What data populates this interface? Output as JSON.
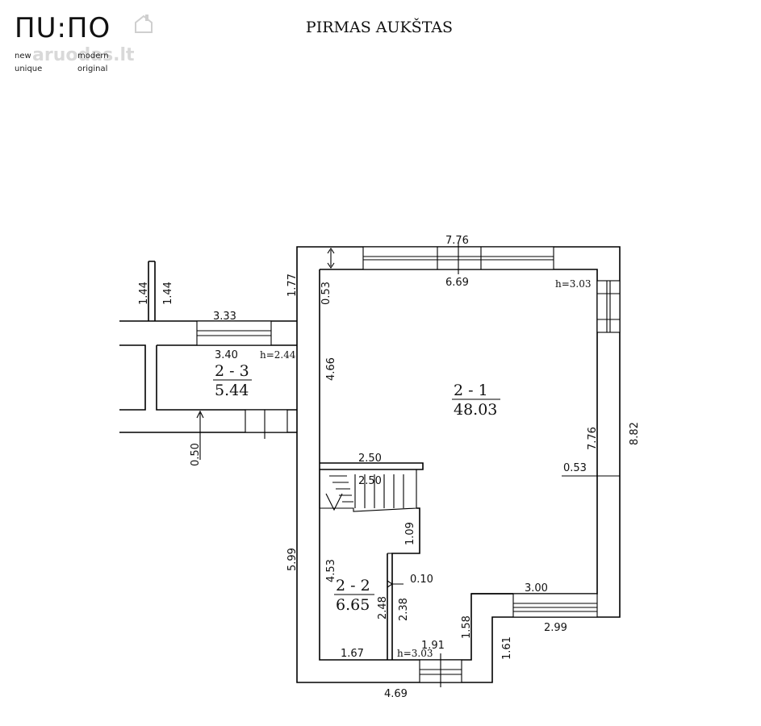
{
  "logo": {
    "wordmark": "ПU:ПО",
    "tagline": [
      "new",
      "modern",
      "unique",
      "original"
    ],
    "watermark": "aruodas.lt"
  },
  "title": "PIRMAS AUKŠTAS",
  "rooms": [
    {
      "id": "2 - 1",
      "area": "48.03",
      "height": "h=3.03"
    },
    {
      "id": "2 - 2",
      "area": "6.65",
      "height": "h=3.03"
    },
    {
      "id": "2 - 3",
      "area": "5.44",
      "height": "h=2.44"
    }
  ],
  "dimensions": {
    "top_outer": "7.76",
    "top_inner": "6.69",
    "top_gap": "0.53",
    "left_upper": "1.77",
    "inner_left_height": "4.66",
    "right_inner_height": "7.76",
    "right_outer_height": "8.82",
    "right_wall": "0.53",
    "stair_width_top": "2.50",
    "stair_width_inner": "2.50",
    "stair_step": "1.09",
    "left_lower": "5.99",
    "room22_height": "4.53",
    "wall_thickness": "0.10",
    "room22_inner_height_a": "2.48",
    "room22_inner_height_b": "2.38",
    "room22_width": "1.67",
    "bottom_small": "1.91",
    "bottom_step": "1.58",
    "bottom_right_height": "1.61",
    "bottom_right_inner": "3.00",
    "bottom_right_outer": "2.99",
    "bottom_outer": "4.69",
    "annex_height_a": "1.44",
    "annex_height_b": "1.44",
    "annex_top": "3.33",
    "annex_inner": "3.40",
    "annex_gap": "0.50"
  }
}
